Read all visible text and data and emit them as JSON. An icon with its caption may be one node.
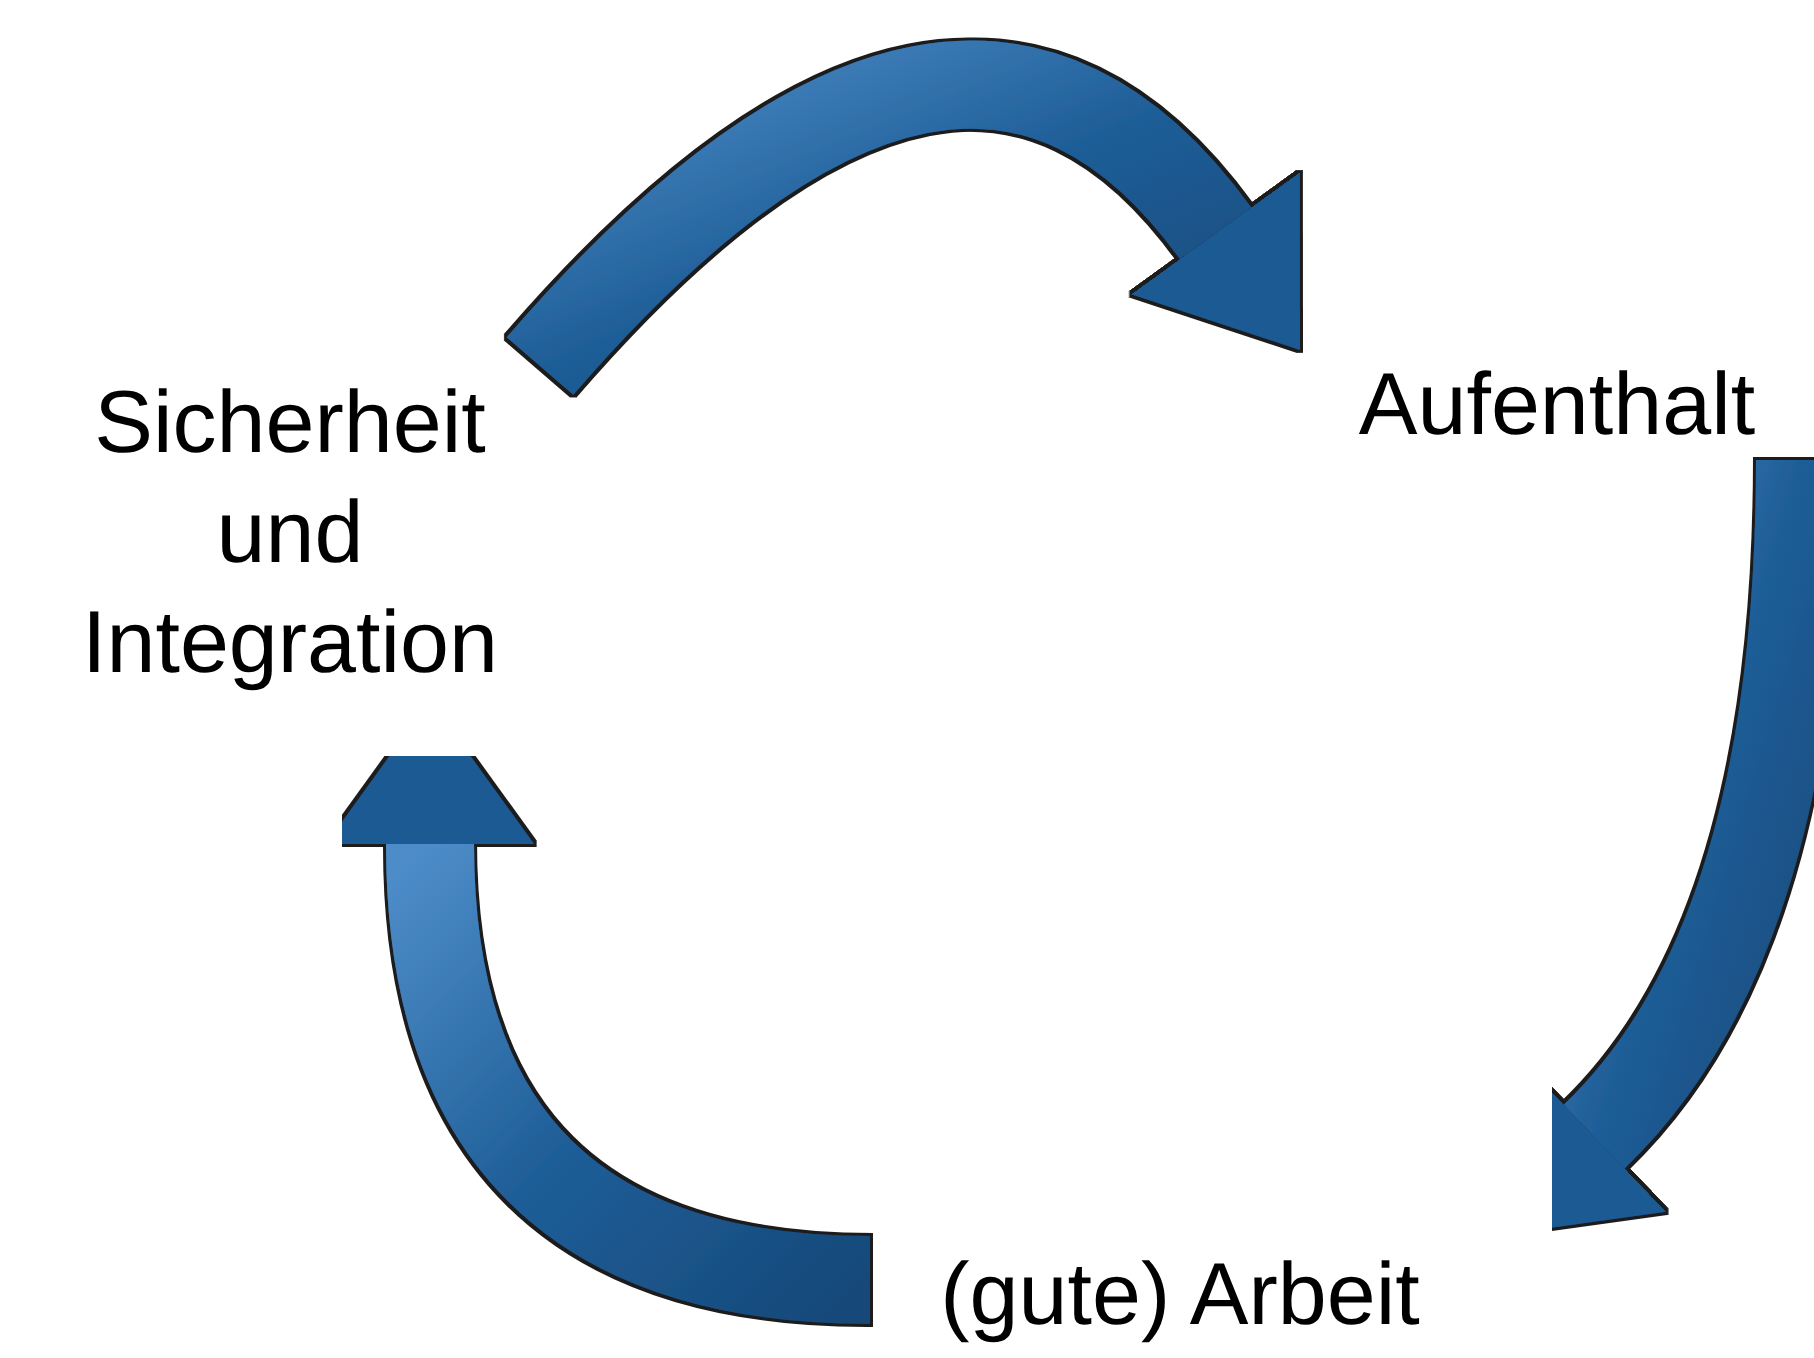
{
  "diagram": {
    "nodes": [
      {
        "text": [
          "Sicherheit und Integration"
        ]
      },
      {
        "text": [
          "Aufenthalt"
        ]
      },
      {
        "text": [
          "(gute) Arbeit"
        ]
      }
    ],
    "edges": [
      {
        "from": 0,
        "to": 1,
        "arrow": "to"
      },
      {
        "from": 1,
        "to": 2,
        "arrow": "to"
      },
      {
        "from": 2,
        "to": 0,
        "arrow": "to"
      }
    ]
  }
}
